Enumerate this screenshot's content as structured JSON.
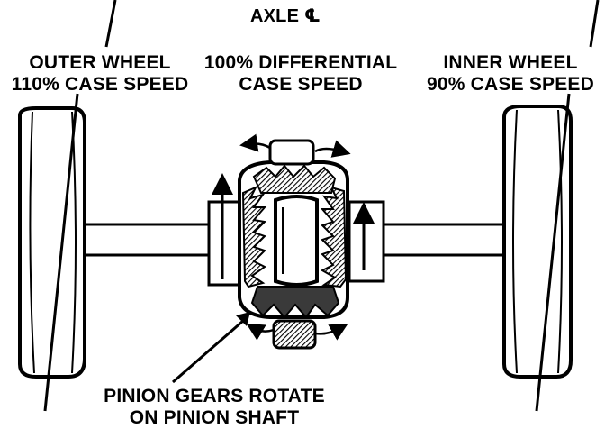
{
  "labels": {
    "axle_centerline": "AXLE ℄",
    "outer_wheel_line1": "OUTER WHEEL",
    "outer_wheel_line2": "110% CASE SPEED",
    "differential_line1": "100% DIFFERENTIAL",
    "differential_line2": "CASE SPEED",
    "inner_wheel_line1": "INNER WHEEL",
    "inner_wheel_line2": "90% CASE SPEED",
    "pinion_line1": "PINION GEARS ROTATE",
    "pinion_line2": "ON PINION SHAFT"
  },
  "colors": {
    "ink": "#000000",
    "paper": "#ffffff",
    "gear_fill": "#5a5a5a"
  }
}
